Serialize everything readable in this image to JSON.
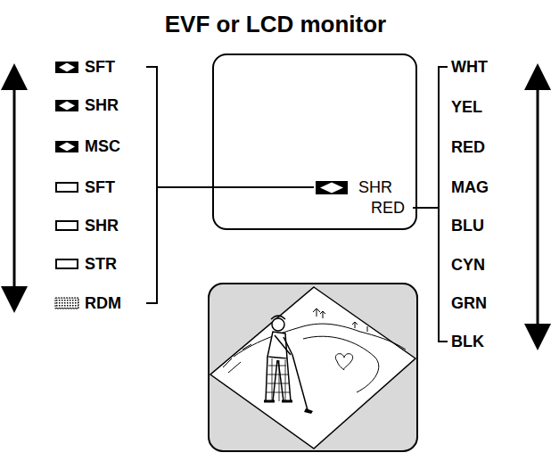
{
  "diagram": {
    "title": "EVF or LCD monitor",
    "nodes": [
      {
        "text": [
          "SHR",
          "RED"
        ]
      }
    ],
    "labels": [
      "SFT",
      "SHR",
      "MSC",
      "SFT",
      "SHR",
      "STR",
      "RDM",
      "WHT",
      "YEL",
      "RED",
      "MAG",
      "BLU",
      "CYN",
      "GRN",
      "BLK"
    ]
  }
}
